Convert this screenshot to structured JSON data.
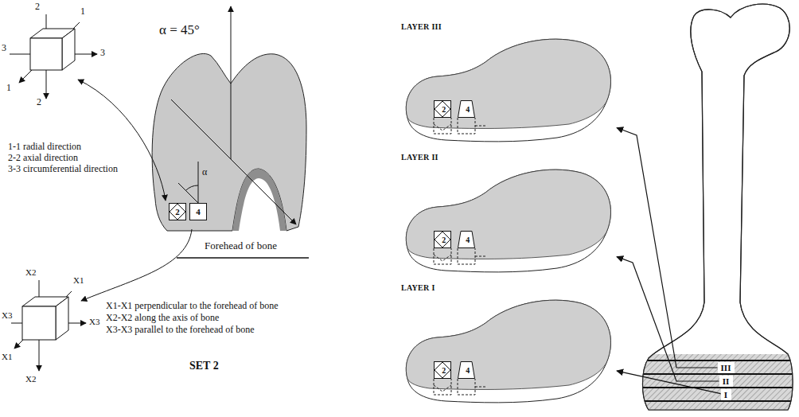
{
  "diagram": {
    "nodes": [
      {
        "text": [
          "2"
        ]
      },
      {
        "text": [
          "4"
        ]
      },
      {
        "text": [
          "LAYER III"
        ]
      },
      {
        "text": [
          "2"
        ],
        "in": 2
      },
      {
        "text": [
          "4"
        ],
        "in": 2
      },
      {
        "text": [
          "LAYER II"
        ]
      },
      {
        "text": [
          "2"
        ],
        "in": 5
      },
      {
        "text": [
          "4"
        ],
        "in": 5
      },
      {
        "text": [
          "LAYER I"
        ]
      },
      {
        "text": [
          "2"
        ],
        "in": 8
      },
      {
        "text": [
          "4"
        ],
        "in": 8
      },
      {
        "text": [
          "III"
        ]
      },
      {
        "text": [
          "II"
        ]
      },
      {
        "text": [
          "I"
        ]
      }
    ],
    "edges": [
      {
        "from": 13,
        "to": 8,
        "arrow": "to"
      },
      {
        "from": 12,
        "to": 5,
        "arrow": "to"
      },
      {
        "from": 11,
        "to": 2,
        "arrow": "to"
      }
    ],
    "labels": [
      "2",
      "1",
      "3",
      "3",
      "1",
      "2",
      "1-1 radial direction",
      "2-2 axial direction",
      "3-3 circumferential direction",
      "α = 45°",
      "α",
      "Forehead of bone",
      "X2",
      "X1",
      "X3",
      "X3",
      "X1",
      "X2",
      "X1-X1 perpendicular to the forehead of bone",
      "X2-X2 along the axis of bone",
      "X3-X3 parallel to the forehead of bone",
      "SET 2"
    ]
  }
}
